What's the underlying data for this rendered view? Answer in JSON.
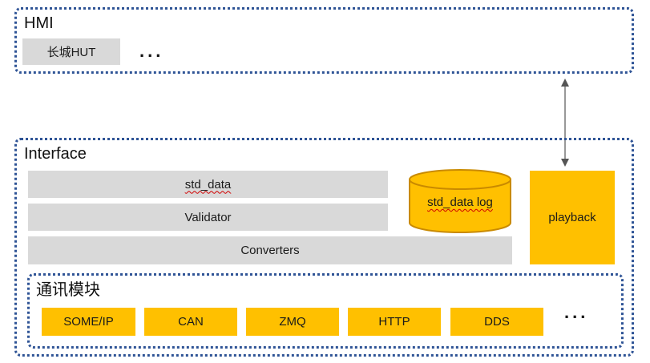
{
  "hmi": {
    "title": "HMI",
    "items": [
      "长城HUT"
    ],
    "ellipsis": "..."
  },
  "interface": {
    "title": "Interface",
    "layers": [
      "std_data",
      "Validator",
      "Converters"
    ],
    "log_store": "std_data log",
    "playback": "playback"
  },
  "comm": {
    "title": "通讯模块",
    "protocols": [
      "SOME/IP",
      "CAN",
      "ZMQ",
      "HTTP",
      "DDS"
    ],
    "ellipsis": "..."
  },
  "colors": {
    "group_border": "#2f5496",
    "bar_gray": "#d9d9d9",
    "accent_yellow": "#ffc000",
    "cylinder_border": "#c98a00"
  }
}
